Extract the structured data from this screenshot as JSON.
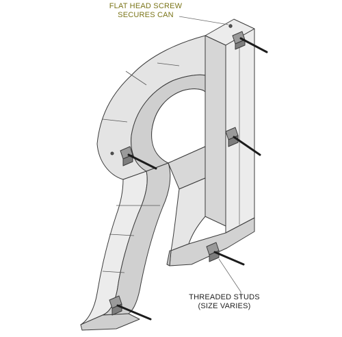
{
  "callouts": {
    "screw": {
      "line1": "FLAT HEAD SCREW",
      "line2": "SECURES CAN"
    },
    "studs": {
      "line1": "THREADED STUDS",
      "line2": "(SIZE VARIES)"
    }
  },
  "colors": {
    "face": "#ececec",
    "return": "#d2d2d2",
    "shadow": "#b9b9b9",
    "edge": "#3a3a3a",
    "stud": "#1c1c1c",
    "clip": "#9a9a9a",
    "screw_label": "#7a7417",
    "stud_label": "#1e1e1e"
  }
}
